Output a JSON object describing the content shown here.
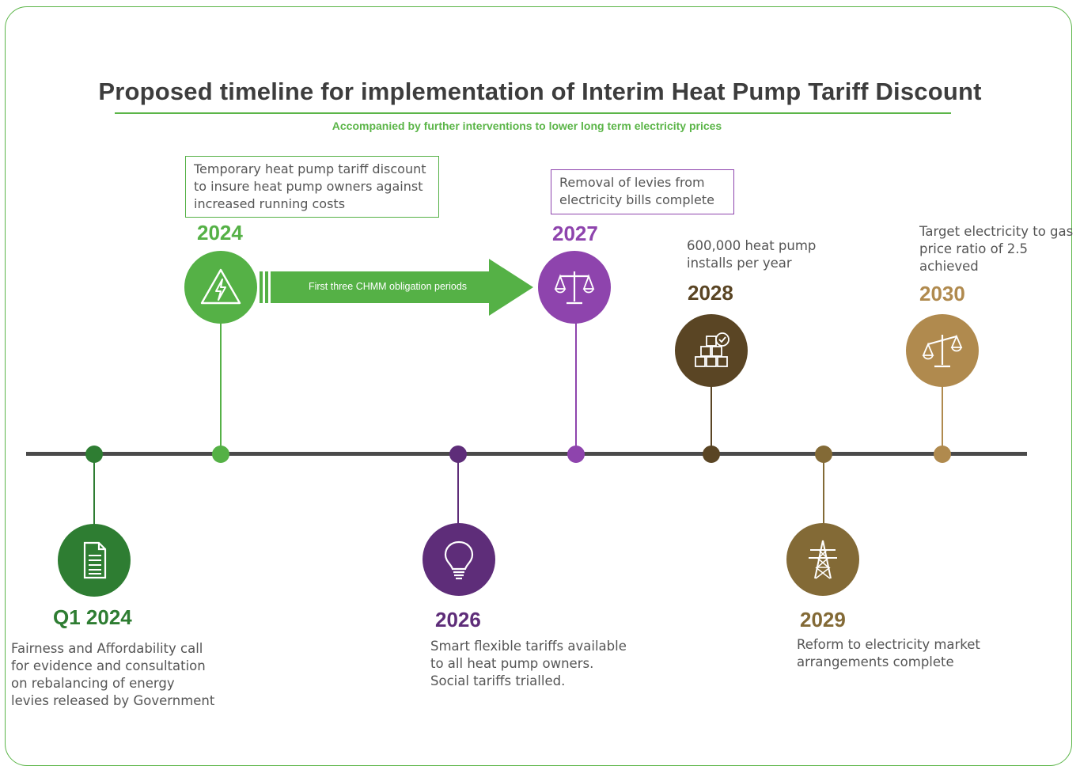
{
  "title": "Proposed timeline for implementation of Interim Heat Pump Tariff Discount",
  "subtitle": "Accompanied by further interventions to lower long term electricity prices",
  "arrow_label": "First three CHMM obligation periods",
  "colors": {
    "frame": "#5bb548",
    "axis": "#4a4a4a",
    "dark_green": "#2e7d32",
    "green": "#55b146",
    "purple_light": "#8e44ad",
    "purple_dark": "#5e2d79",
    "brown_dark": "#5a4524",
    "brown": "#836a36",
    "gold": "#b08a4e"
  },
  "milestones": {
    "q1_2024": {
      "year": "Q1 2024",
      "icon": "document-icon",
      "text": [
        "Fairness and Affordability call",
        "for evidence and consultation",
        "on rebalancing of energy",
        "levies released by Government"
      ]
    },
    "y2024": {
      "year": "2024",
      "icon": "electric-hazard-icon",
      "text": [
        "Temporary  heat pump tariff discount",
        "to insure heat pump owners against",
        "increased running costs"
      ]
    },
    "y2026": {
      "year": "2026",
      "icon": "lightbulb-icon",
      "text": [
        "Smart  flexible tariffs available",
        "to all heat pump owners.",
        "Social tariffs trialled."
      ]
    },
    "y2027": {
      "year": "2027",
      "icon": "scales-icon",
      "text": [
        "Removal of levies from",
        "electricity bills complete"
      ]
    },
    "y2028": {
      "year": "2028",
      "icon": "boxes-check-icon",
      "text": [
        "600,000  heat pump",
        "installs per year"
      ]
    },
    "y2029": {
      "year": "2029",
      "icon": "pylon-icon",
      "text": [
        "Reform to electricity market",
        "arrangements complete"
      ]
    },
    "y2030": {
      "year": "2030",
      "icon": "tilted-scales-icon",
      "text": [
        "Target electricity to gas",
        "price ratio of 2.5",
        "achieved"
      ]
    }
  }
}
